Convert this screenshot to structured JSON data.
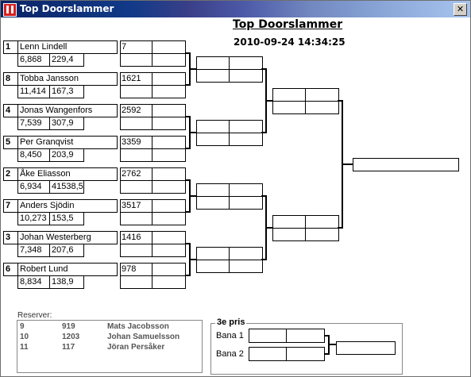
{
  "window": {
    "title": "Top Doorslammer",
    "close_label": "✕"
  },
  "heading": "Top Doorslammer",
  "timestamp": "2010-09-24 14:34:25",
  "entrants": [
    {
      "seed": "1",
      "name": "Lenn Lindell",
      "time": "6,868",
      "speed": "229,4",
      "number": "7"
    },
    {
      "seed": "8",
      "name": "Tobba Jansson",
      "time": "11,414",
      "speed": "167,3",
      "number": "1621"
    },
    {
      "seed": "4",
      "name": "Jonas Wangenfors",
      "time": "7,539",
      "speed": "307,9",
      "number": "2592"
    },
    {
      "seed": "5",
      "name": "Per Granqvist",
      "time": "8,450",
      "speed": "203,9",
      "number": "3359"
    },
    {
      "seed": "2",
      "name": "Åke Eliasson",
      "time": "6,934",
      "speed": "41538,5",
      "number": "2762"
    },
    {
      "seed": "7",
      "name": "Anders Sjödin",
      "time": "10,273",
      "speed": "153,5",
      "number": "3517"
    },
    {
      "seed": "3",
      "name": "Johan Westerberg",
      "time": "7,348",
      "speed": "207,6",
      "number": "1416"
    },
    {
      "seed": "6",
      "name": "Robert Lund",
      "time": "8,834",
      "speed": "138,9",
      "number": "978"
    }
  ],
  "reserves": {
    "label": "Reserver:",
    "rows": [
      {
        "pos": "9",
        "number": "919",
        "name": "Mats Jacobsson"
      },
      {
        "pos": "10",
        "number": "1203",
        "name": "Johan Samuelsson"
      },
      {
        "pos": "11",
        "number": "117",
        "name": "Jöran Persåker"
      }
    ]
  },
  "third_place": {
    "legend": "3e pris",
    "lane1": "Bana 1",
    "lane2": "Bana 2"
  }
}
